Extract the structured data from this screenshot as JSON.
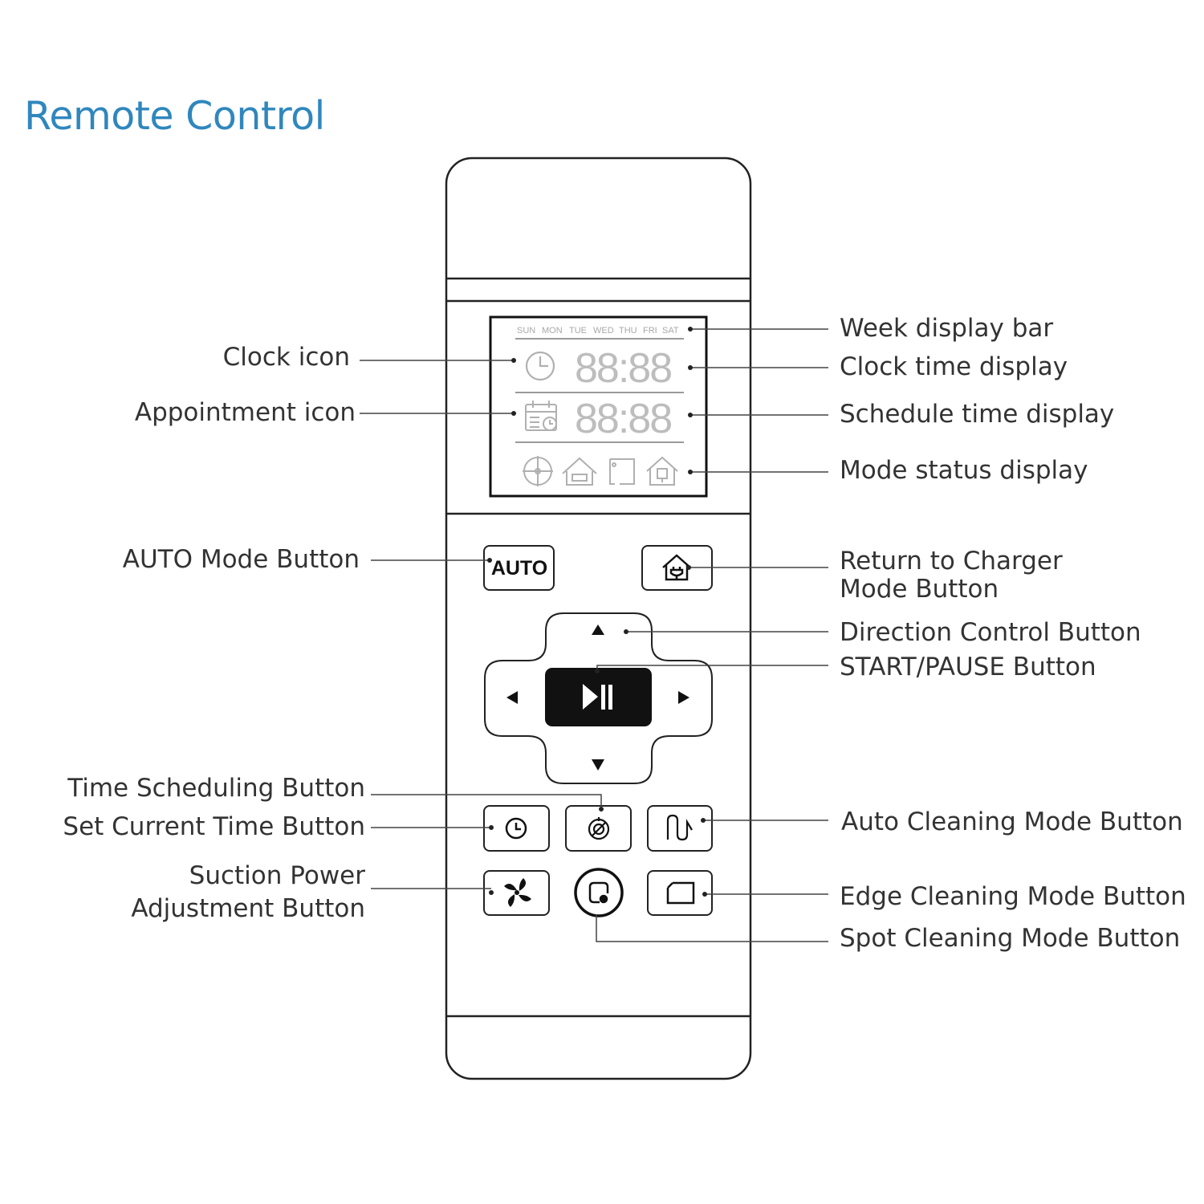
{
  "title": "Remote Control",
  "display": {
    "week_days": [
      "SUN",
      "MON",
      "TUE",
      "WED",
      "THU",
      "FRI",
      "SAT"
    ],
    "clock_digits": "88:88",
    "schedule_digits": "88:88"
  },
  "buttons": {
    "auto_label": "AUTO"
  },
  "labels_left": {
    "clock_icon": "Clock icon",
    "appointment_icon": "Appointment icon",
    "auto_mode_button": "AUTO Mode Button",
    "time_scheduling_button": "Time Scheduling Button",
    "set_current_time_button": "Set Current Time Button",
    "suction_power_line1": "Suction Power",
    "suction_power_line2": "Adjustment Button"
  },
  "labels_right": {
    "week_display_bar": "Week display bar",
    "clock_time_display": "Clock time display",
    "schedule_time_display": "Schedule time display",
    "mode_status_display": "Mode status display",
    "return_charger_line1": "Return to Charger",
    "return_charger_line2": "Mode Button",
    "direction_control_button": "Direction Control Button",
    "start_pause_button": "START/PAUSE Button",
    "auto_cleaning_mode_button": "Auto Cleaning Mode Button",
    "edge_cleaning_mode_button": "Edge Cleaning Mode Button",
    "spot_cleaning_mode_button": "Spot Cleaning Mode Button"
  },
  "icons": {
    "clock": "clock-icon",
    "appointment": "calendar-clock-icon",
    "mode_status": [
      "crosshair-icon",
      "home-clean-icon",
      "edge-frame-icon",
      "home-charger-icon"
    ],
    "return_charger": "home-plug-icon",
    "play_pause": "play-pause-icon",
    "direction": [
      "arrow-up-icon",
      "arrow-down-icon",
      "arrow-left-icon",
      "arrow-right-icon"
    ],
    "time_scheduling": "clock-icon",
    "set_current_time": "target-clock-icon",
    "auto_cleaning": "zigzag-icon",
    "suction": "fan-icon",
    "spot_cleaning": "spot-circle-icon",
    "edge_cleaning": "edge-square-icon"
  },
  "colors": {
    "title": "#2f87bd",
    "outline": "#222222",
    "lcd_segments": "#b5b5b5",
    "start_button": "#111111"
  }
}
